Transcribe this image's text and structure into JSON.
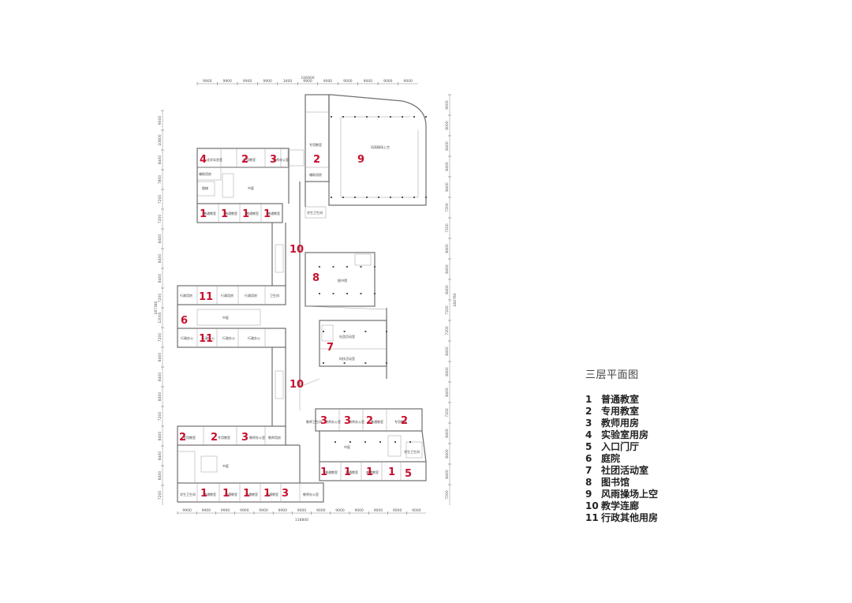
{
  "plan": {
    "top_total": "106900",
    "top_dims": [
      "9900",
      "9900",
      "9900",
      "9900",
      "3400",
      "9900",
      "9000",
      "9000",
      "9000",
      "9000",
      "9000"
    ],
    "bottom_total": "118800",
    "bottom_dims": [
      "9900",
      "9900",
      "9900",
      "9900",
      "9900",
      "9900",
      "9000",
      "9000",
      "9000",
      "9000",
      "9000",
      "9000",
      "9000"
    ],
    "left_total": "187380",
    "left_dims": [
      "9000",
      "10800",
      "8400",
      "7800",
      "7200",
      "7200",
      "8400",
      "8400",
      "8400",
      "7200",
      "12000",
      "7200",
      "8400",
      "8400",
      "8400",
      "7200",
      "8400",
      "8400",
      "8400",
      "7200"
    ],
    "right_total": "184760",
    "right_dims": [
      "9000",
      "9000",
      "8400",
      "8400",
      "8400",
      "7200",
      "7200",
      "8400",
      "8400",
      "8400",
      "7200",
      "7200",
      "8400",
      "8400",
      "8400",
      "7200",
      "8400",
      "8400",
      "8400",
      "7200"
    ],
    "room_labels": [
      {
        "id": "r1",
        "text": "化学实验室"
      },
      {
        "id": "r2",
        "text": "辅助用房"
      },
      {
        "id": "r3",
        "text": "专用教室"
      },
      {
        "id": "r4",
        "text": "教师办公室"
      },
      {
        "id": "r5",
        "text": "楼梯"
      },
      {
        "id": "r6",
        "text": "中庭"
      },
      {
        "id": "r7",
        "text": "普通教室"
      },
      {
        "id": "r8",
        "text": "普通教室"
      },
      {
        "id": "r9",
        "text": "普通教室"
      },
      {
        "id": "r10",
        "text": "普通教室"
      },
      {
        "id": "r11",
        "text": "专用教室"
      },
      {
        "id": "r12",
        "text": "辅助用房"
      },
      {
        "id": "r13",
        "text": "风雨操场上空"
      },
      {
        "id": "r14",
        "text": "学生卫生间"
      },
      {
        "id": "r15",
        "text": "图书馆"
      },
      {
        "id": "r16",
        "text": "行政用房"
      },
      {
        "id": "r17",
        "text": "行政用房"
      },
      {
        "id": "r18",
        "text": "行政用房"
      },
      {
        "id": "r19",
        "text": "卫生间"
      },
      {
        "id": "r20",
        "text": "中庭"
      },
      {
        "id": "r21",
        "text": "行政办公"
      },
      {
        "id": "r22",
        "text": "行政办公"
      },
      {
        "id": "r23",
        "text": "行政办公"
      },
      {
        "id": "r24",
        "text": "行政办公"
      },
      {
        "id": "r25",
        "text": "社团活动室"
      },
      {
        "id": "r26",
        "text": "科技活动室"
      },
      {
        "id": "r27",
        "text": "专用教室"
      },
      {
        "id": "r28",
        "text": "专用教室"
      },
      {
        "id": "r29",
        "text": "教师办公室"
      },
      {
        "id": "r30",
        "text": "教师用房"
      },
      {
        "id": "r31",
        "text": "中庭"
      },
      {
        "id": "r32",
        "text": "学生卫生间"
      },
      {
        "id": "r33",
        "text": "普通教室"
      },
      {
        "id": "r34",
        "text": "普通教室"
      },
      {
        "id": "r35",
        "text": "普通教室"
      },
      {
        "id": "r36",
        "text": "普通教室"
      },
      {
        "id": "r37",
        "text": "教师办公室"
      },
      {
        "id": "r38",
        "text": "教师卫生间"
      },
      {
        "id": "r39",
        "text": "教师办公室"
      },
      {
        "id": "r40",
        "text": "教师办公室"
      },
      {
        "id": "r41",
        "text": "普通教室"
      },
      {
        "id": "r42",
        "text": "专用教室"
      },
      {
        "id": "r43",
        "text": "中庭"
      },
      {
        "id": "r44",
        "text": "普通教室"
      },
      {
        "id": "r45",
        "text": "普通教室"
      },
      {
        "id": "r46",
        "text": "普通教室"
      },
      {
        "id": "r47",
        "text": "学生卫生间"
      }
    ],
    "markers": [
      {
        "id": "m1",
        "text": "4"
      },
      {
        "id": "m2",
        "text": "2"
      },
      {
        "id": "m3",
        "text": "3"
      },
      {
        "id": "m4",
        "text": "2"
      },
      {
        "id": "m5",
        "text": "9"
      },
      {
        "id": "m6",
        "text": "1"
      },
      {
        "id": "m7",
        "text": "1"
      },
      {
        "id": "m8",
        "text": "1"
      },
      {
        "id": "m9",
        "text": "1"
      },
      {
        "id": "m10",
        "text": "10"
      },
      {
        "id": "m11",
        "text": "8"
      },
      {
        "id": "m12",
        "text": "11"
      },
      {
        "id": "m13",
        "text": "6"
      },
      {
        "id": "m14",
        "text": "11"
      },
      {
        "id": "m15",
        "text": "7"
      },
      {
        "id": "m16",
        "text": "10"
      },
      {
        "id": "m17",
        "text": "3"
      },
      {
        "id": "m18",
        "text": "3"
      },
      {
        "id": "m19",
        "text": "2"
      },
      {
        "id": "m20",
        "text": "2"
      },
      {
        "id": "m21",
        "text": "2"
      },
      {
        "id": "m22",
        "text": "2"
      },
      {
        "id": "m23",
        "text": "3"
      },
      {
        "id": "m24",
        "text": "1"
      },
      {
        "id": "m25",
        "text": "1"
      },
      {
        "id": "m26",
        "text": "1"
      },
      {
        "id": "m27",
        "text": "1"
      },
      {
        "id": "m28",
        "text": "5"
      },
      {
        "id": "m29",
        "text": "1"
      },
      {
        "id": "m30",
        "text": "1"
      },
      {
        "id": "m31",
        "text": "1"
      },
      {
        "id": "m32",
        "text": "1"
      },
      {
        "id": "m33",
        "text": "3"
      }
    ]
  },
  "legend": {
    "title": "三层平面图",
    "items": [
      {
        "num": "1",
        "label": "普通教室"
      },
      {
        "num": "2",
        "label": "专用教室"
      },
      {
        "num": "3",
        "label": "教师用房"
      },
      {
        "num": "4",
        "label": "实验室用房"
      },
      {
        "num": "5",
        "label": "入口门厅"
      },
      {
        "num": "6",
        "label": "庭院"
      },
      {
        "num": "7",
        "label": "社团活动室"
      },
      {
        "num": "8",
        "label": "图书馆"
      },
      {
        "num": "9",
        "label": "风雨操场上空"
      },
      {
        "num": "10",
        "label": "教学连廊"
      },
      {
        "num": "11",
        "label": "行政其他用房"
      }
    ]
  }
}
